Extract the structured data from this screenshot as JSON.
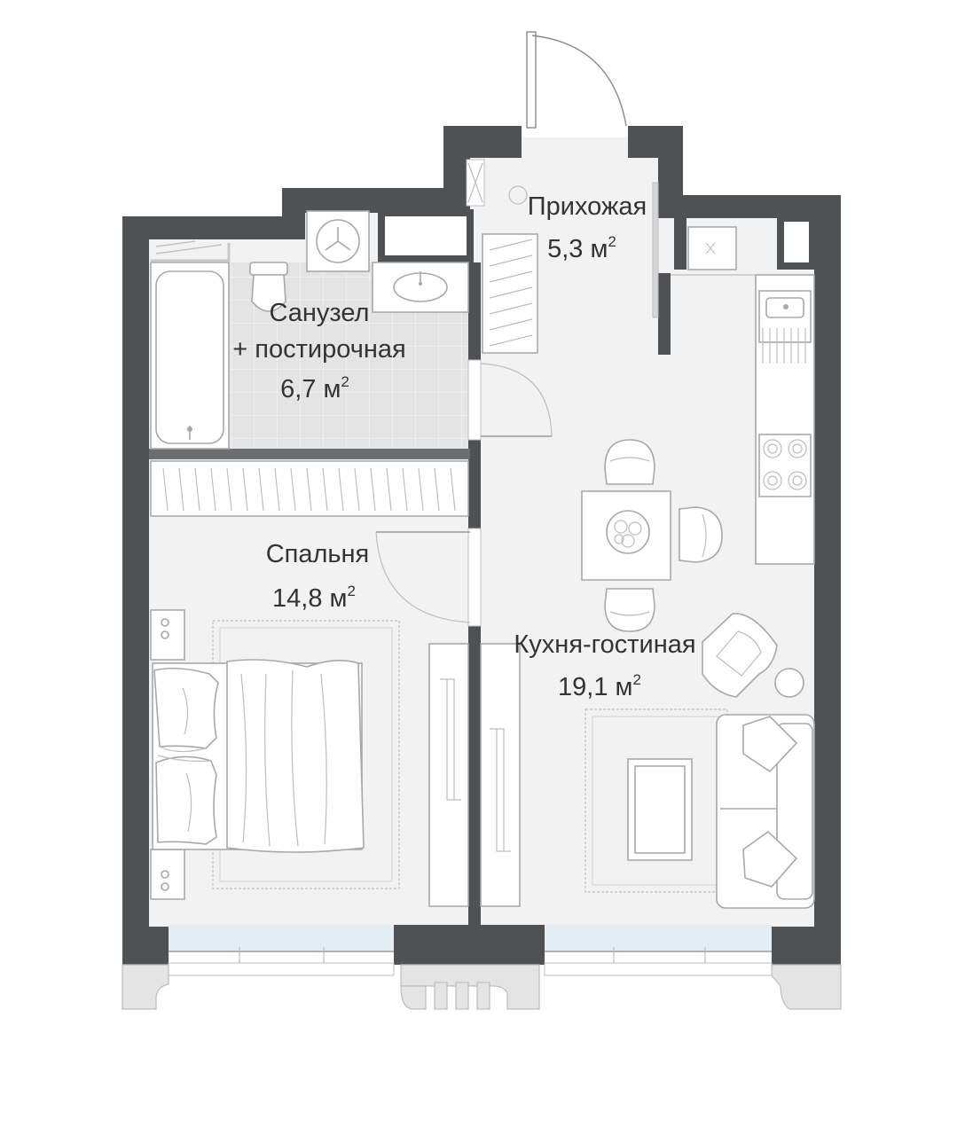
{
  "rooms": {
    "hallway": {
      "name": "Прихожая",
      "area": "5,3 м",
      "unit_sup": "2"
    },
    "bathroom": {
      "name_line1": "Санузел",
      "name_line2": "+ постирочная",
      "area": "6,7 м",
      "unit_sup": "2"
    },
    "bedroom": {
      "name": "Спальня",
      "area": "14,8 м",
      "unit_sup": "2"
    },
    "kitchen_living": {
      "name": "Кухня-гостиная",
      "area": "19,1 м",
      "unit_sup": "2"
    }
  },
  "colors": {
    "wall": "#4f5153",
    "floor": "#f2f2f2",
    "tile": "#e3e3e3",
    "window_glass": "#e3eef4",
    "furniture_line": "#a8a8a8"
  },
  "icons": [
    "washing-machine-icon",
    "sink-icon",
    "bathtub-icon",
    "toilet-icon",
    "stove-icon",
    "bed-icon",
    "sofa-icon",
    "armchair-icon",
    "dining-table-icon",
    "door-swing-icon"
  ]
}
